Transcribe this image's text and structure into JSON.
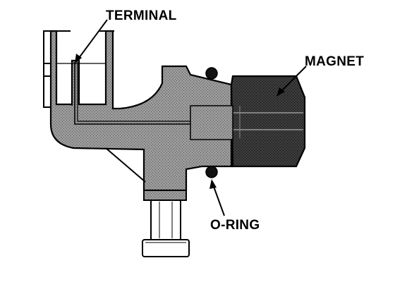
{
  "labels": {
    "terminal": "TERMINAL",
    "magnet": "MAGNET",
    "oring": "O-RING"
  },
  "colors": {
    "ink": "#000000",
    "body_fill": "#8a8a8a",
    "magnet_fill": "#2e2e2e",
    "paper": "#ffffff"
  }
}
